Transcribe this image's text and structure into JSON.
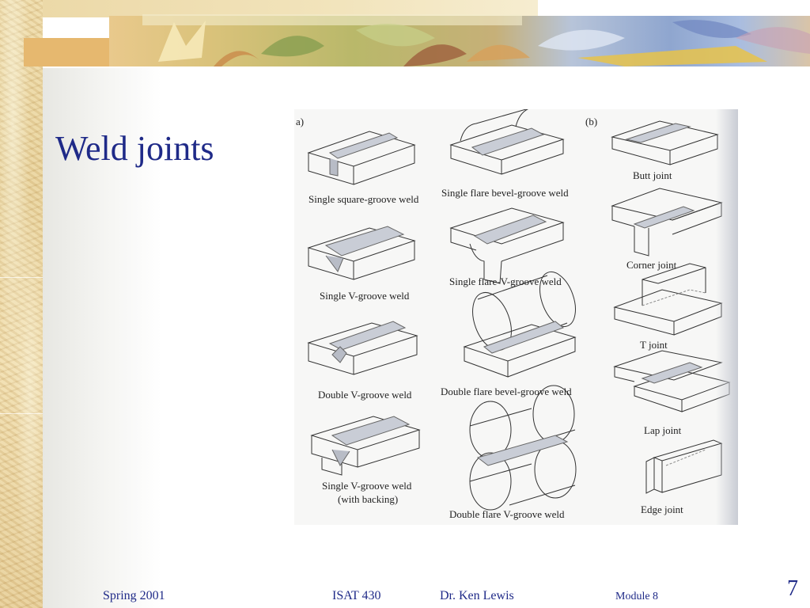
{
  "slide": {
    "title": "Weld joints",
    "figure": {
      "panel_a_label": "a)",
      "panel_b_label": "(b)",
      "groove_welds": [
        "Single square-groove weld",
        "Single V-groove weld",
        "Double V-groove weld",
        "Single V-groove weld",
        "(with backing)"
      ],
      "flare_welds": [
        "Single flare bevel-groove weld",
        "Single flare-V-groove weld",
        "Double flare bevel-groove weld",
        "Double flare V-groove weld"
      ],
      "joints": [
        "Butt joint",
        "Corner joint",
        "T joint",
        "Lap joint",
        "Edge joint"
      ]
    },
    "footer": {
      "term": "Spring 2001",
      "course": "ISAT 430",
      "instructor": "Dr. Ken Lewis",
      "module": "Module 8",
      "page": "7"
    }
  }
}
